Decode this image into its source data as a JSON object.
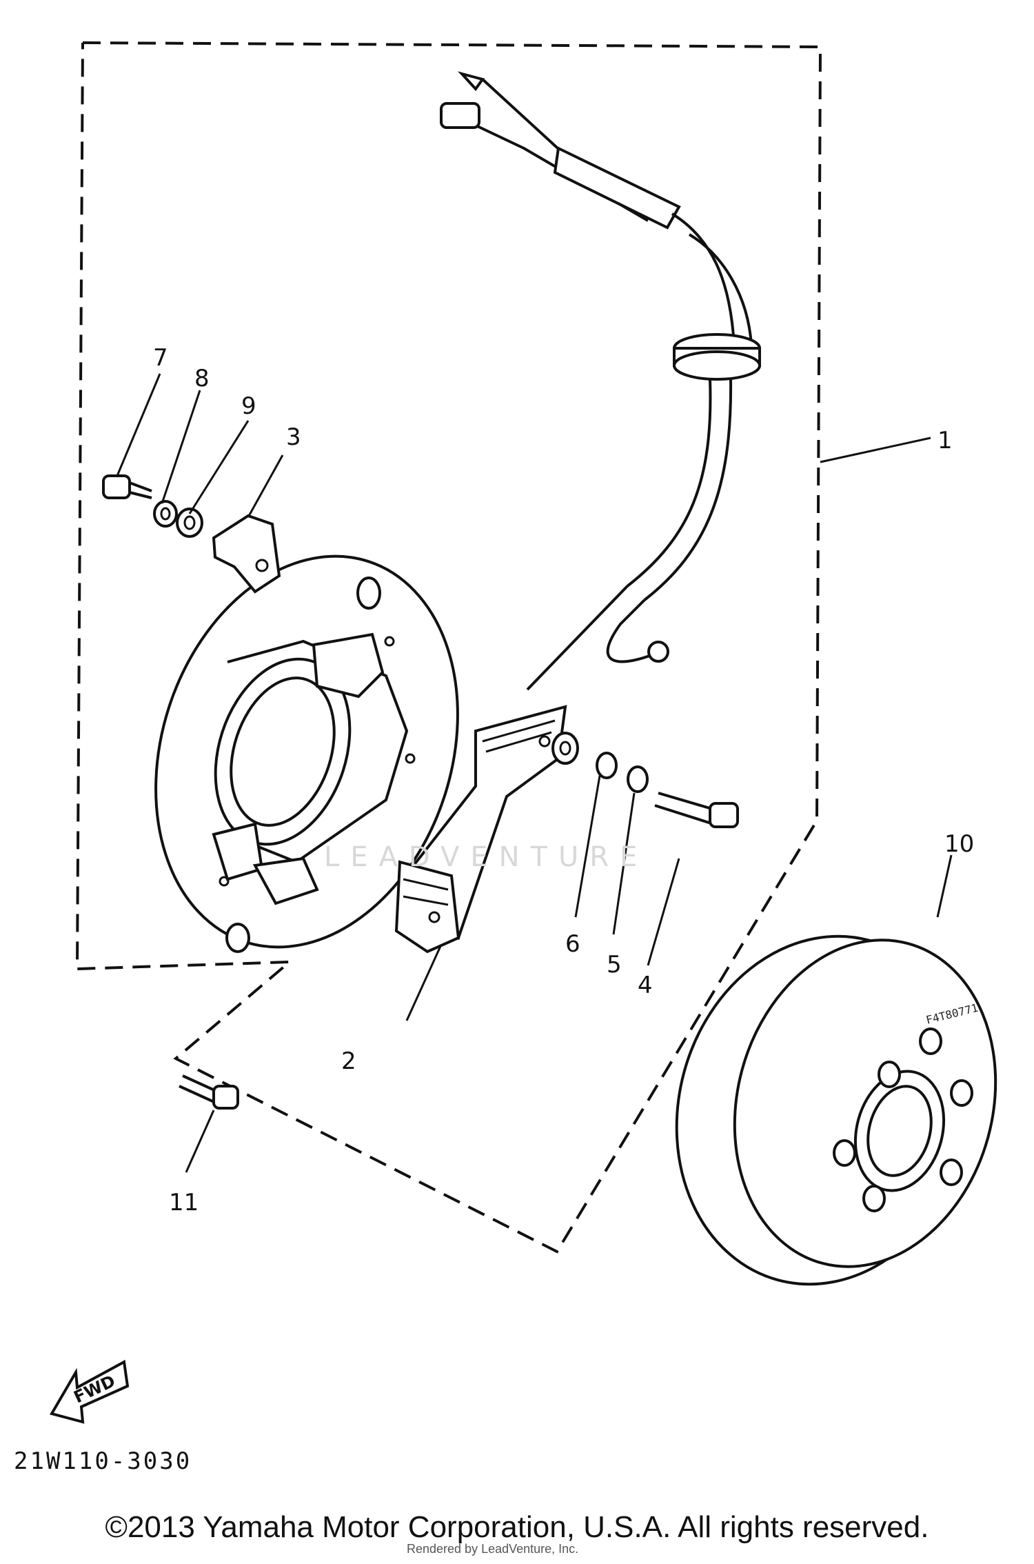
{
  "diagram": {
    "callouts": [
      "1",
      "2",
      "3",
      "4",
      "5",
      "6",
      "7",
      "8",
      "9",
      "10",
      "11"
    ],
    "part_code": "21W110-3030",
    "fwd_label": "FWD",
    "flywheel_marking": "F4T80771",
    "watermark": "LEADVENTURE"
  },
  "footer": {
    "copyright": "©2013 Yamaha Motor Corporation, U.S.A. All rights reserved.",
    "rendered_by": "Rendered by LeadVenture, Inc."
  }
}
